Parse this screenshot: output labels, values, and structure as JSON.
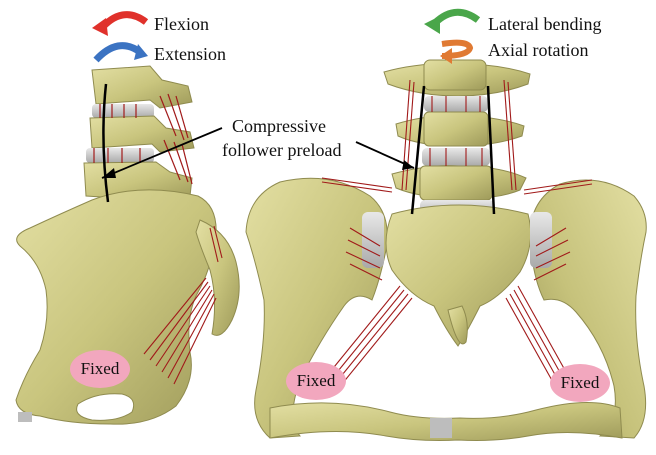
{
  "labels": {
    "flexion": "Flexion",
    "extension": "Extension",
    "lateral_bending": "Lateral bending",
    "axial_rotation": "Axial rotation",
    "preload_line1": "Compressive",
    "preload_line2": "follower preload",
    "fixed": "Fixed"
  },
  "colors": {
    "bone": "#c9c57e",
    "bone_shadow": "#9c9857",
    "bone_light": "#dedb9d",
    "disc": "#c8c8c8",
    "ligament": "#a11a1a",
    "preload_line": "#000000",
    "fixed_badge": "#f2a7be",
    "flexion_arrow": "#e0312b",
    "extension_arrow": "#3b73c2",
    "lateral_arrow": "#4aa64a",
    "axial_arrow": "#e07a33"
  }
}
